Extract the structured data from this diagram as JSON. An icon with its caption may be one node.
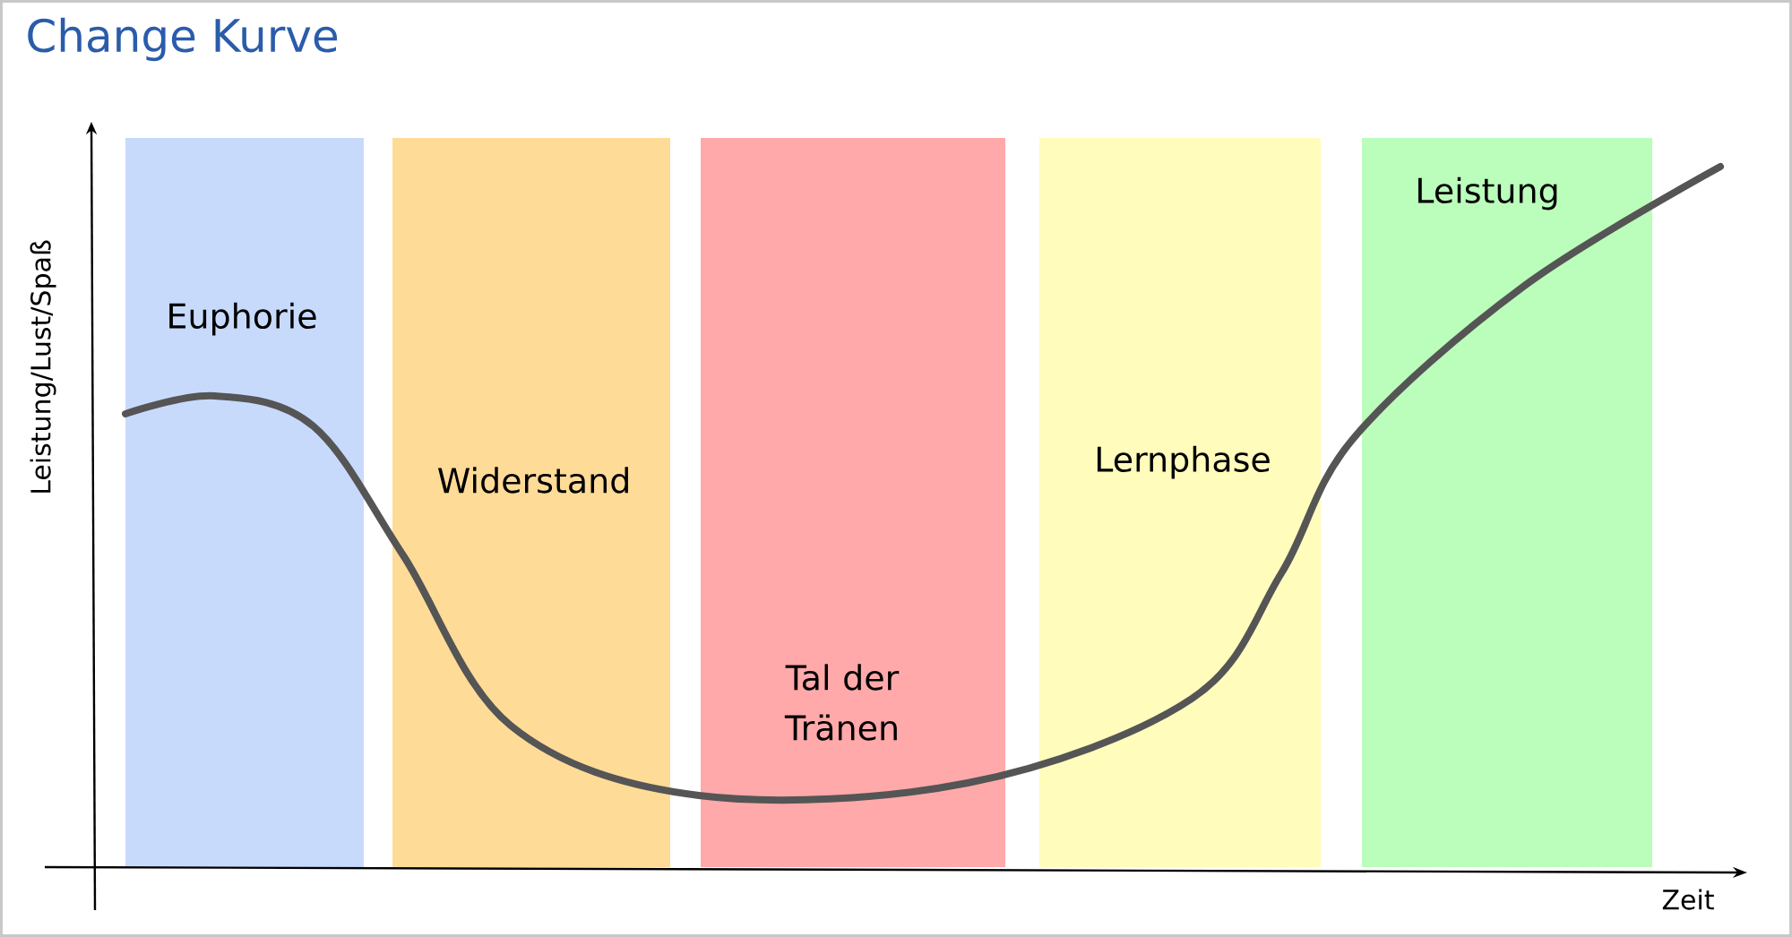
{
  "diagram": {
    "title": "Change Kurve",
    "nodes": [
      {
        "text": [
          "Euphorie"
        ]
      },
      {
        "text": [
          "Widerstand"
        ]
      },
      {
        "text": [
          "Tal der Tränen"
        ]
      },
      {
        "text": [
          "Lernphase"
        ]
      },
      {
        "text": [
          "Leistung"
        ]
      }
    ],
    "edges": [],
    "labels": [
      "Leistung/Lust/Spaß",
      "Zeit"
    ]
  }
}
